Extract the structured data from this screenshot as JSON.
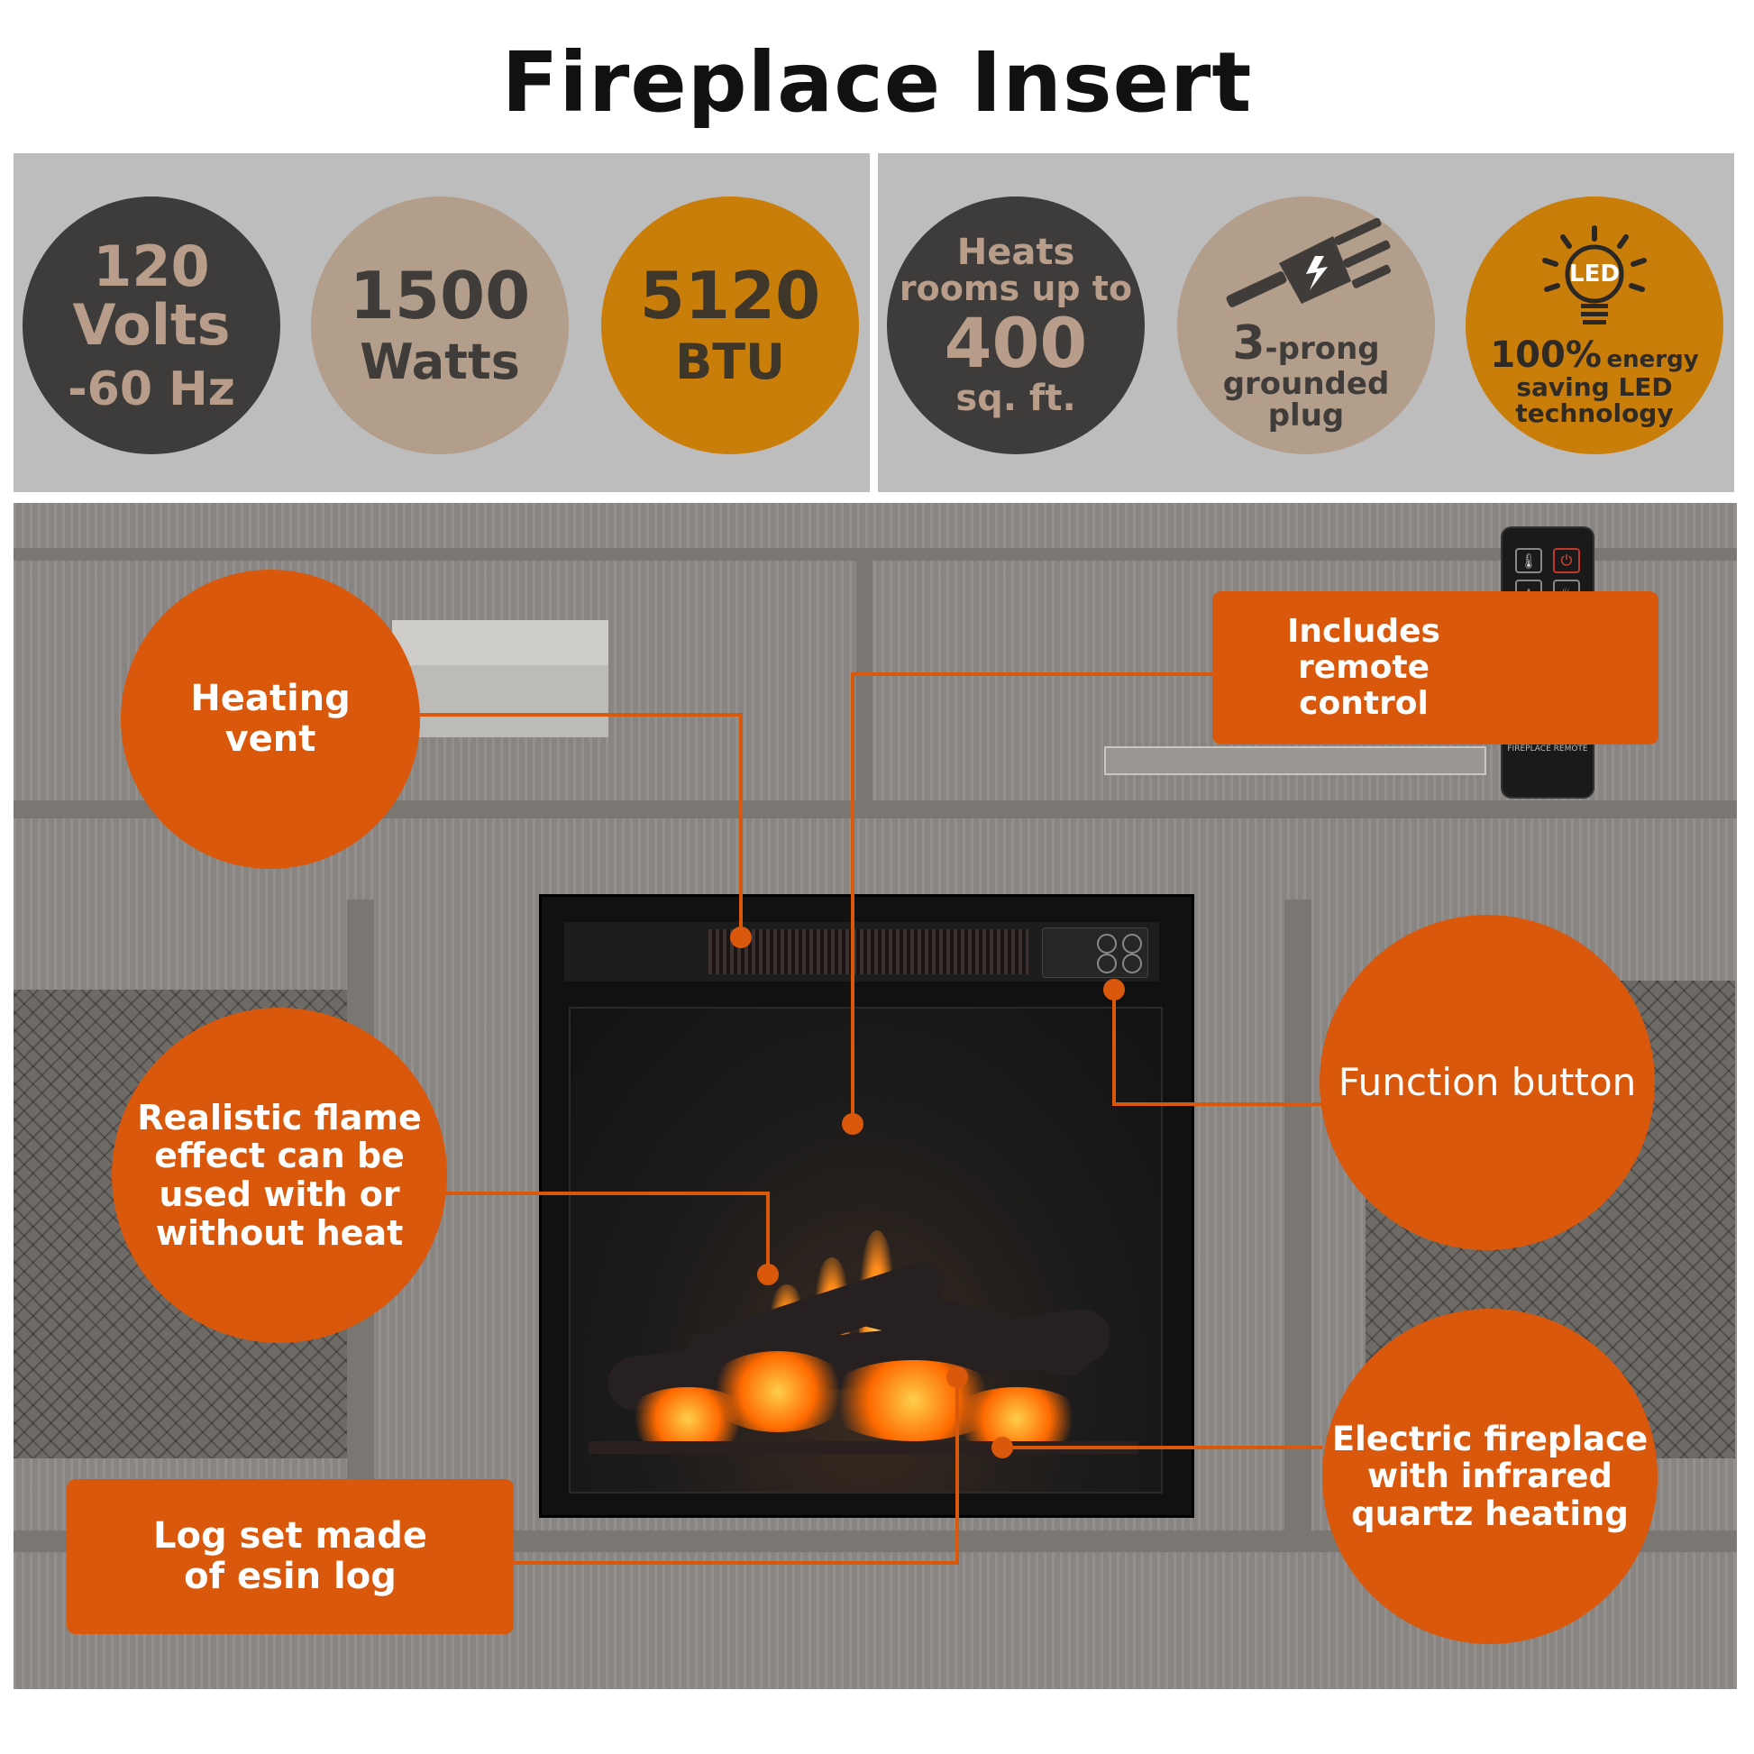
{
  "title": "Fireplace Insert",
  "specs": {
    "voltage": {
      "line1": "120 Volts",
      "line2": "-60 Hz"
    },
    "watts": {
      "line1": "1500",
      "line2": "Watts"
    },
    "btu": {
      "line1": "5120",
      "line2": "BTU"
    },
    "heats": {
      "line1": "Heats",
      "line2": "rooms up to",
      "line3": "400",
      "line4": "sq. ft."
    },
    "plug": {
      "num": "3",
      "line1": "-prong",
      "line2": "grounded",
      "line3": "plug"
    },
    "led": {
      "badge": "LED",
      "pct": "100%",
      "line1": "energy",
      "line2": "saving LED",
      "line3": "technology"
    }
  },
  "colors": {
    "dark": "#3d3c3b",
    "tan": "#b39e8b",
    "amber": "#ca7e0a",
    "callout": "#d9580b",
    "panel": "#bdbdbd"
  },
  "callouts": {
    "heating_vent": {
      "line1": "Heating",
      "line2": "vent"
    },
    "remote": {
      "line1": "Includes",
      "line2": "remote control"
    },
    "function_button": {
      "line1": "Function button"
    },
    "flame": {
      "line1": "Realistic flame",
      "line2": "effect can be",
      "line3": "used with or",
      "line4": "without heat"
    },
    "infrared": {
      "line1": "Electric fireplace",
      "line2": "with infrared",
      "line3": "quartz heating"
    },
    "log_set": {
      "line1": "Log set made",
      "line2": "of esin log"
    }
  },
  "remote_label": "ELECTRIC FIREPLACE REMOTE",
  "icons": [
    "thermometer-icon",
    "up-arrow-icon",
    "down-arrow-icon",
    "power-icon",
    "flame-icon",
    "timer-icon",
    "plug-icon",
    "bulb-icon"
  ]
}
